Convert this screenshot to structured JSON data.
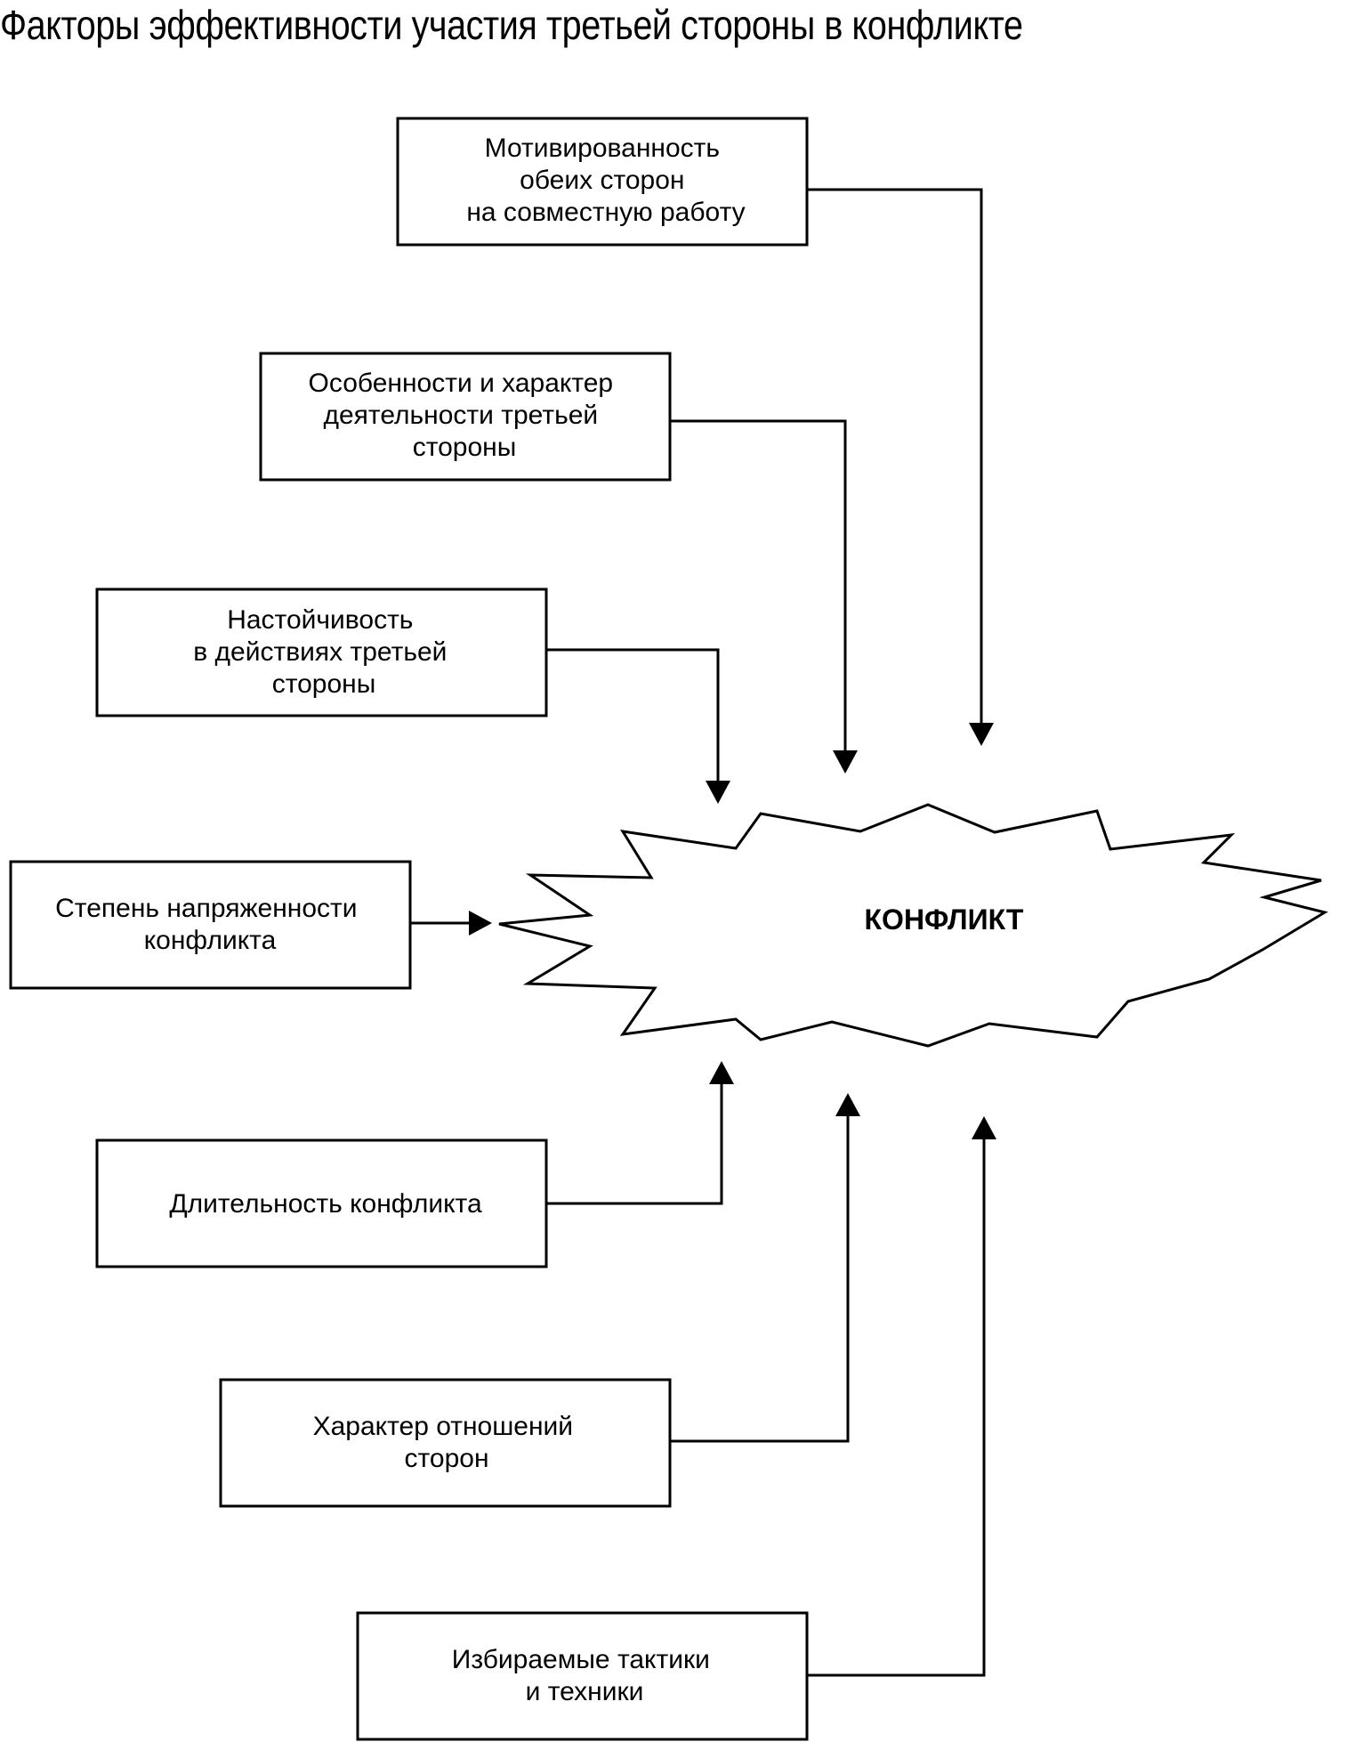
{
  "title": "Факторы эффективности участия третьей стороны в конфликте",
  "center": {
    "label": "КОНФЛИКТ"
  },
  "factors": [
    {
      "id": "motivation",
      "lines": [
        "Мотивированность",
        "обеих сторон",
        "на совместную работу"
      ]
    },
    {
      "id": "third-party-features",
      "lines": [
        "Особенности и характер",
        "деятельности третьей",
        "стороны"
      ]
    },
    {
      "id": "persistence",
      "lines": [
        "Настойчивость",
        "в действиях третьей",
        "стороны"
      ]
    },
    {
      "id": "tension",
      "lines": [
        "Степень напряженности",
        "конфликта"
      ]
    },
    {
      "id": "duration",
      "lines": [
        "Длительность конфликта"
      ]
    },
    {
      "id": "relations",
      "lines": [
        "Характер отношений",
        "сторон"
      ]
    },
    {
      "id": "tactics",
      "lines": [
        "Избираемые тактики",
        "и техники"
      ]
    }
  ]
}
